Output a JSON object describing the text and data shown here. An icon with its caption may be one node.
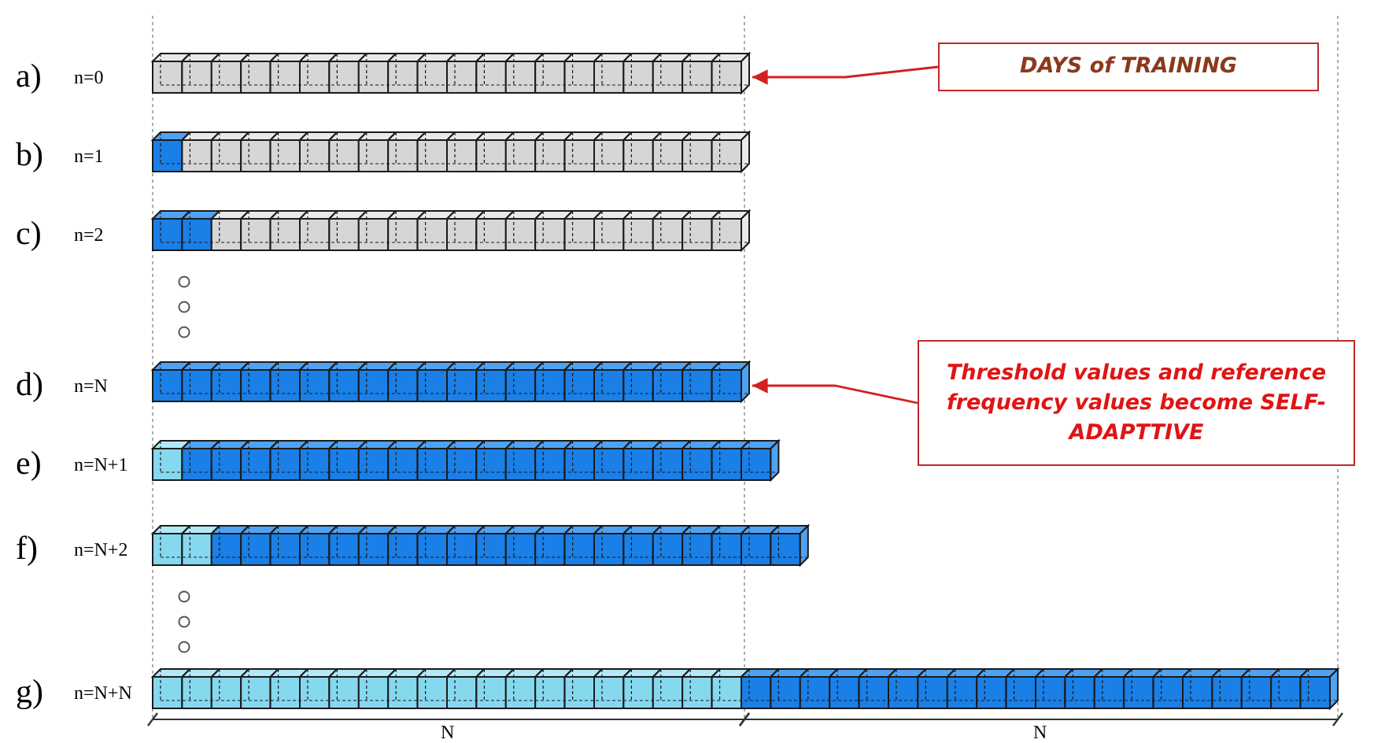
{
  "diagram": {
    "nodes": [
      {
        "text": [],
        "shape": "bar",
        "beside": [
          "a)",
          "n=0"
        ]
      },
      {
        "text": [
          "DAYS of TRAINING"
        ]
      },
      {
        "text": [],
        "shape": "bar",
        "beside": [
          "b)",
          "n=1"
        ]
      },
      {
        "text": [],
        "shape": "bar",
        "beside": [
          "c)",
          "n=2"
        ]
      },
      {
        "text": [],
        "shape": "bar",
        "beside": [
          "d)",
          "n=N"
        ]
      },
      {
        "text": [
          "Threshold values and reference frequency values become SELF-ADAPTTIVE"
        ]
      },
      {
        "text": [],
        "shape": "bar",
        "beside": [
          "e)",
          "n=N+1"
        ]
      },
      {
        "text": [],
        "shape": "bar",
        "beside": [
          "f)",
          "n=N+2"
        ]
      },
      {
        "text": [],
        "shape": "bar",
        "beside": [
          "g)",
          "n=N+N"
        ]
      }
    ],
    "edges": [
      {
        "from": 1,
        "to": 0,
        "arrow": "to"
      },
      {
        "from": 5,
        "to": 4,
        "arrow": "to"
      }
    ],
    "labels": [
      "N",
      "N"
    ]
  }
}
